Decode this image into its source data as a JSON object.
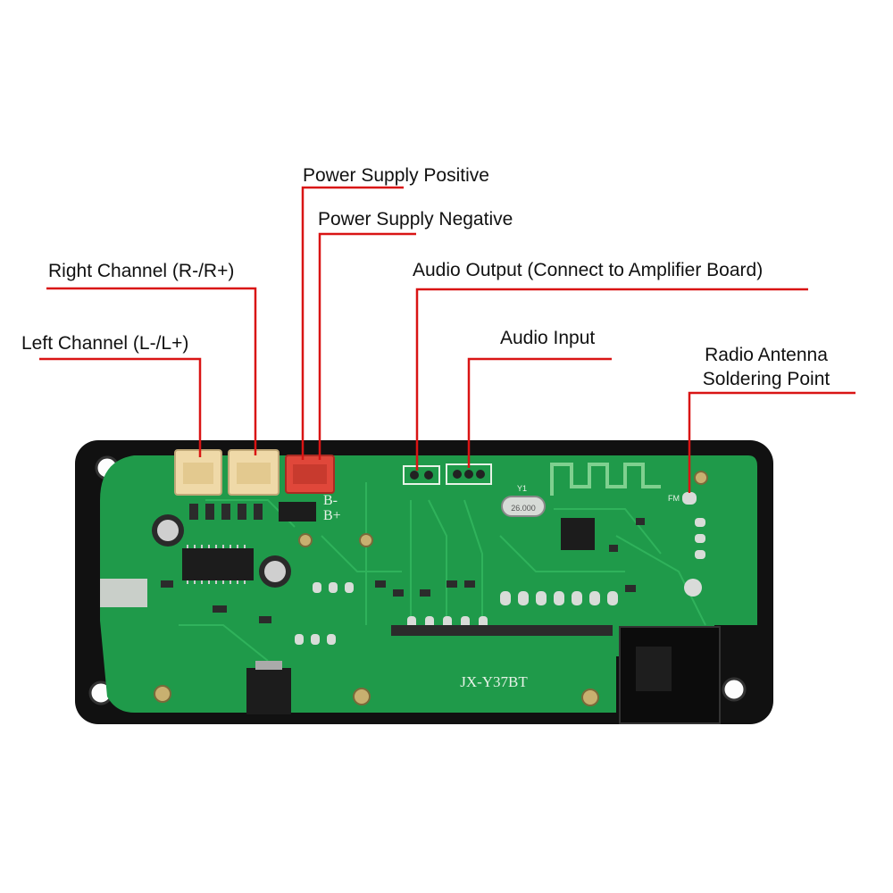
{
  "labels": {
    "power_positive": "Power Supply Positive",
    "power_negative": "Power Supply Negative",
    "right_channel": "Right Channel (R-/R+)",
    "audio_output": "Audio Output (Connect to Amplifier Board)",
    "left_channel": "Left Channel (L-/L+)",
    "audio_input": "Audio Input",
    "radio_antenna_line1": "Radio Antenna",
    "radio_antenna_line2": "Soldering Point"
  },
  "board": {
    "model": "JX-Y37BT",
    "silk_bplus": "B+",
    "silk_bminus": "B-",
    "silk_fm": "FM",
    "silk_y1": "Y1",
    "silk_crystal": "26.000"
  },
  "colors": {
    "leader_line": "#d91414",
    "pcb_green": "#1f9a4a",
    "bezel": "#111111",
    "connector_white": "#efd9a8",
    "connector_red": "#e0473a"
  }
}
